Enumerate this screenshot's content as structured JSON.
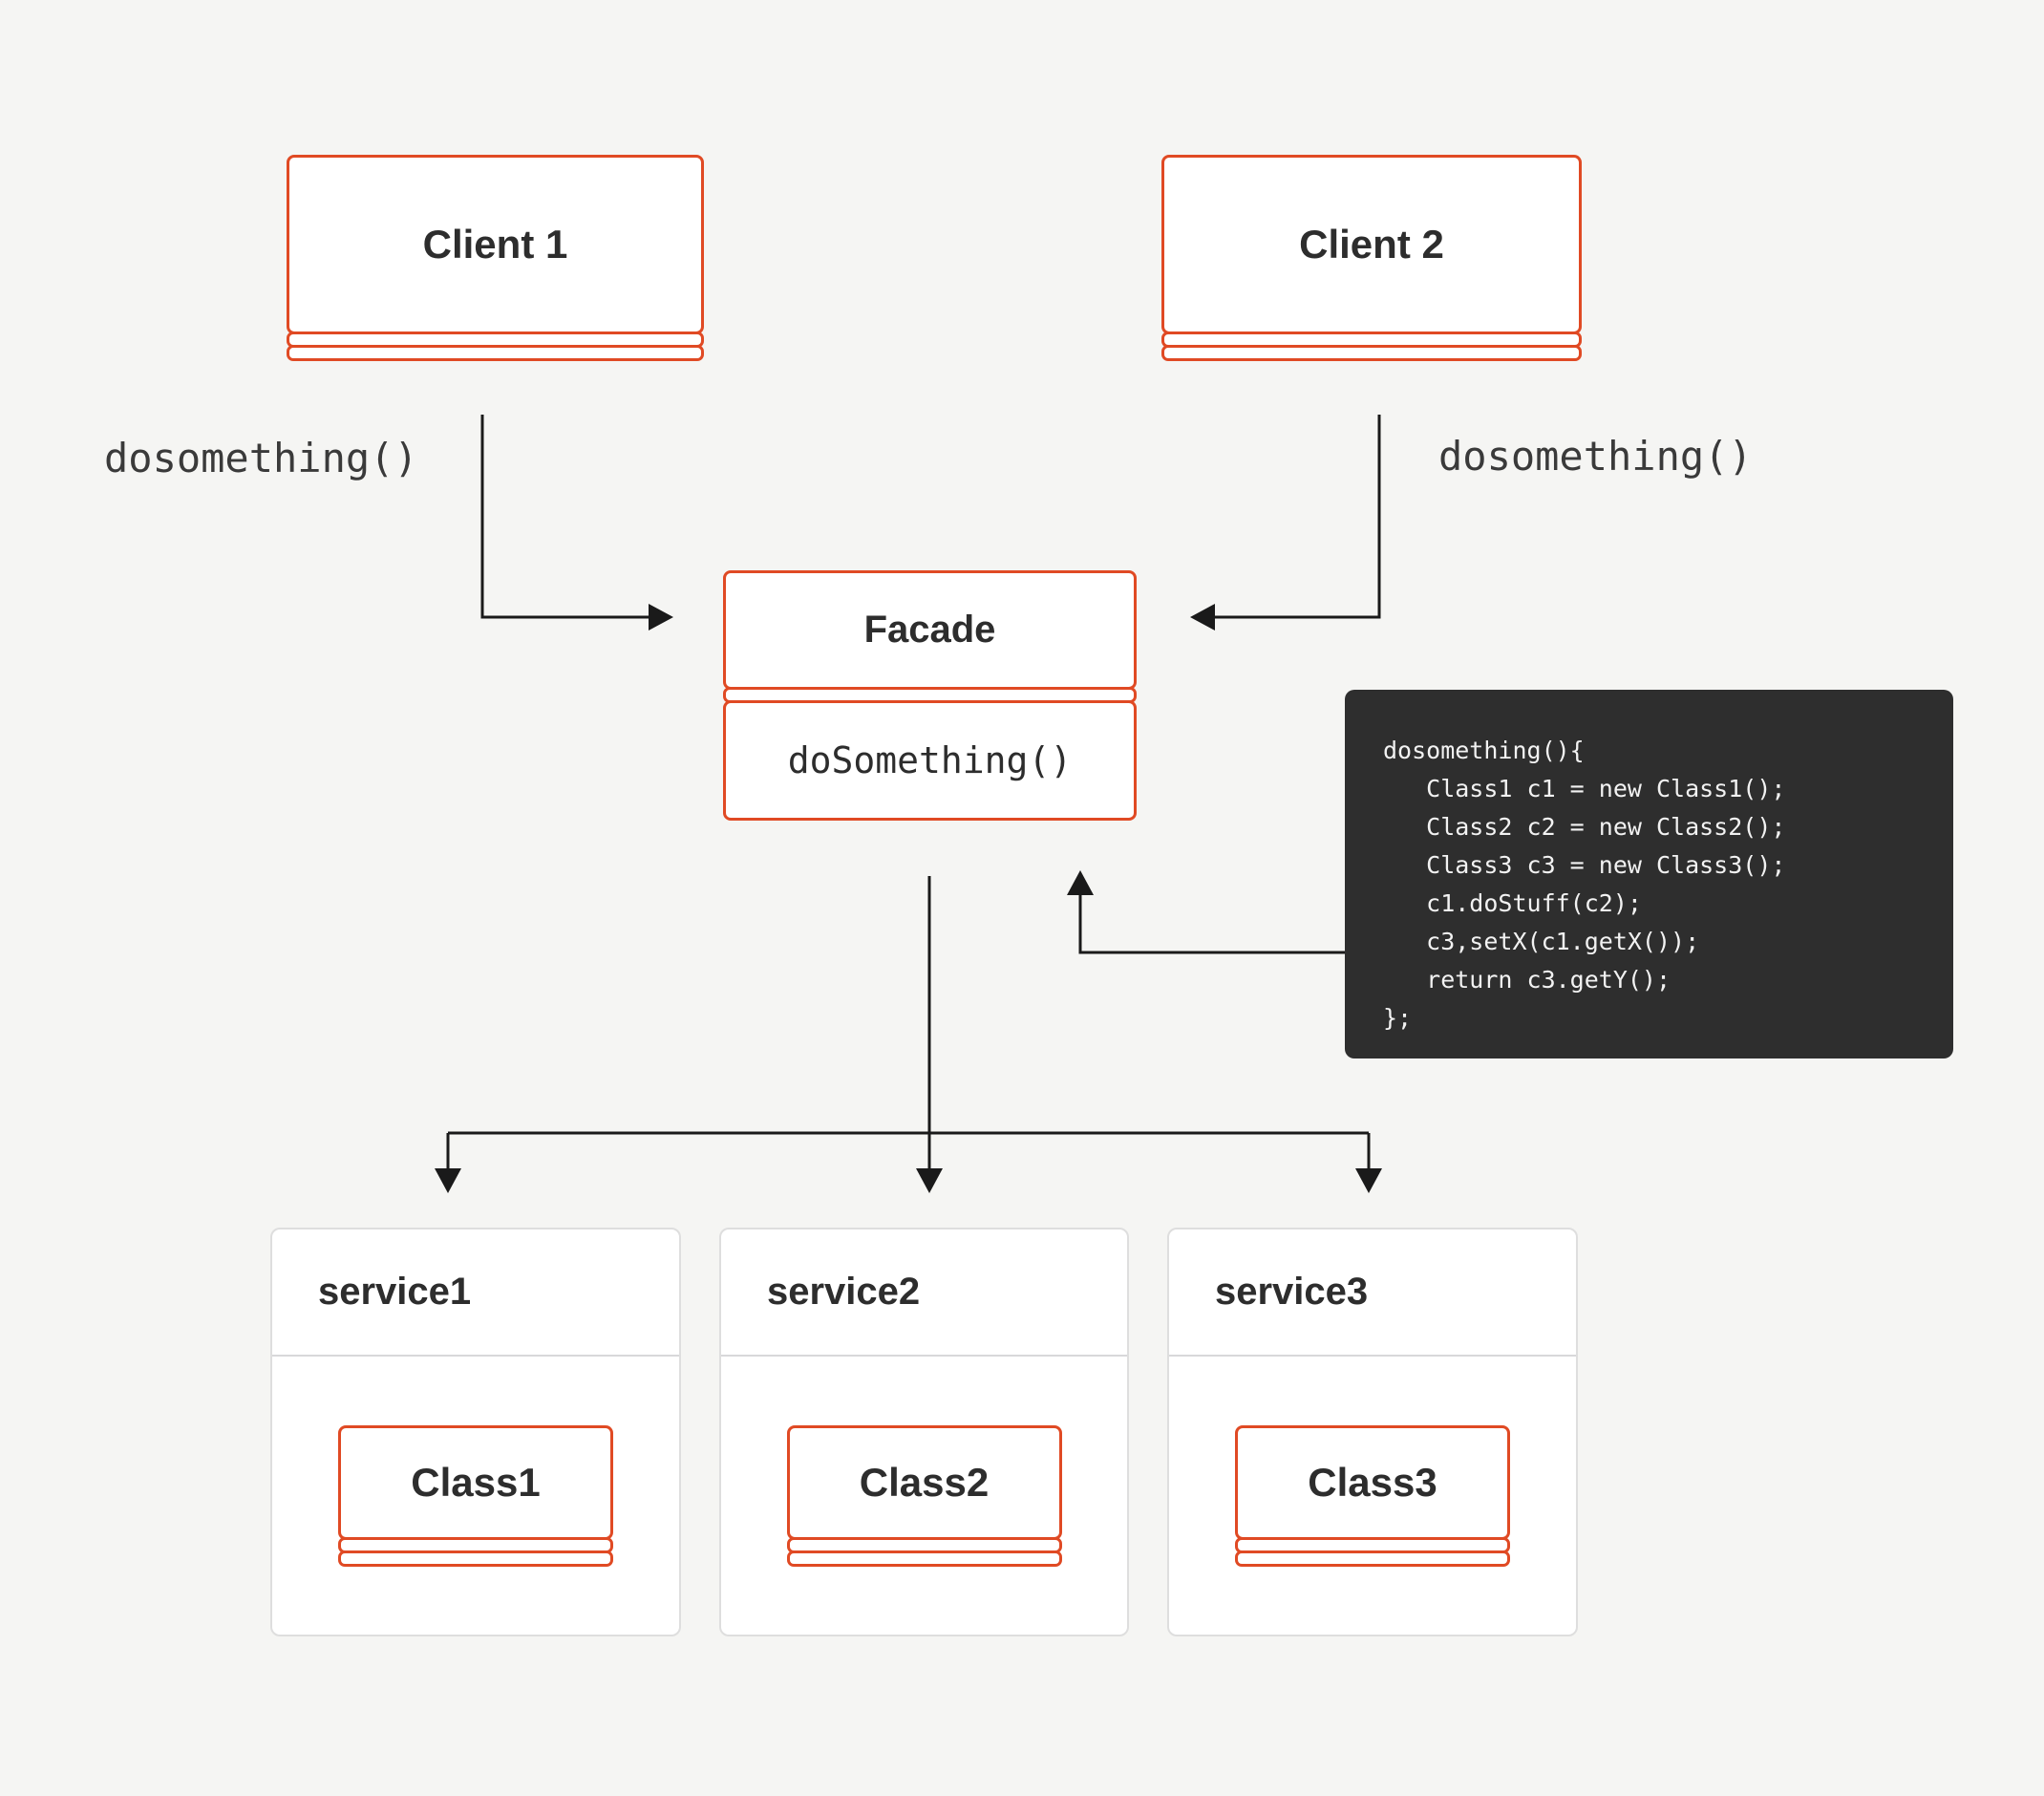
{
  "page": {
    "background": "#F5F5F3"
  },
  "colors": {
    "accent_orange": "#E04A24",
    "box_fill": "#FFFFFF",
    "text_dark": "#2D2D2D",
    "arrow_black": "#1A1A1A",
    "code_background": "#2E2E2E",
    "code_text": "#F2F2F2",
    "service_border": "#DEDEDE"
  },
  "clients": [
    {
      "label": "Client 1"
    },
    {
      "label": "Client 2"
    }
  ],
  "facade": {
    "title": "Facade",
    "method": "doSomething()"
  },
  "call_labels": {
    "left": "dosomething()",
    "right": "dosomething()"
  },
  "code_block": {
    "lines": [
      "dosomething(){",
      "   Class1 c1 = new Class1();",
      "   Class2 c2 = new Class2();",
      "   Class3 c3 = new Class3();",
      "   c1.doStuff(c2);",
      "   c3,setX(c1.getX());",
      "   return c3.getY();",
      "};"
    ]
  },
  "services": [
    {
      "title": "service1",
      "class_label": "Class1"
    },
    {
      "title": "service2",
      "class_label": "Class2"
    },
    {
      "title": "service3",
      "class_label": "Class3"
    }
  ]
}
